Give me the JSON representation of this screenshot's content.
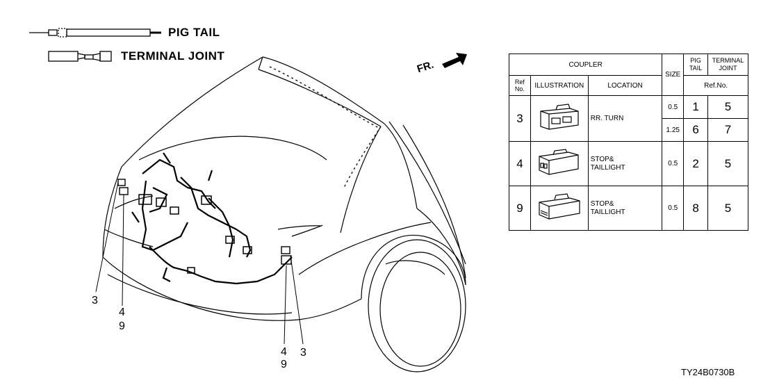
{
  "legend": {
    "pig_tail_label": "PIG TAIL",
    "terminal_joint_label": "TERMINAL JOINT"
  },
  "direction_label": "FR.",
  "callouts": {
    "left_ref": "3",
    "left_pair_top": "4",
    "left_pair_bottom": "9",
    "right_pair_top": "4",
    "right_pair_bottom": "9",
    "right_ref": "3"
  },
  "table": {
    "header_coupler": "COUPLER",
    "header_size": "SIZE",
    "header_pig_tail": "PIG TAIL",
    "header_terminal_joint": "TERMINAL JOINT",
    "header_ref_no": "Ref No.",
    "header_illustration": "ILLUSTRATION",
    "header_location": "LOCATION",
    "header_ref_no_sub": "Ref.No.",
    "rows": [
      {
        "ref": "3",
        "location": "RR. TURN",
        "sizes": [
          {
            "size": "0.5",
            "pig_tail": "1",
            "terminal_joint": "5"
          },
          {
            "size": "1.25",
            "pig_tail": "6",
            "terminal_joint": "7"
          }
        ]
      },
      {
        "ref": "4",
        "location_line1": "STOP&",
        "location_line2": "TAILLIGHT",
        "size": "0.5",
        "pig_tail": "2",
        "terminal_joint": "5"
      },
      {
        "ref": "9",
        "location_line1": "STOP&",
        "location_line2": "TAILLIGHT",
        "size": "0.5",
        "pig_tail": "8",
        "terminal_joint": "5"
      }
    ]
  },
  "drawing_code": "TY24B0730B"
}
